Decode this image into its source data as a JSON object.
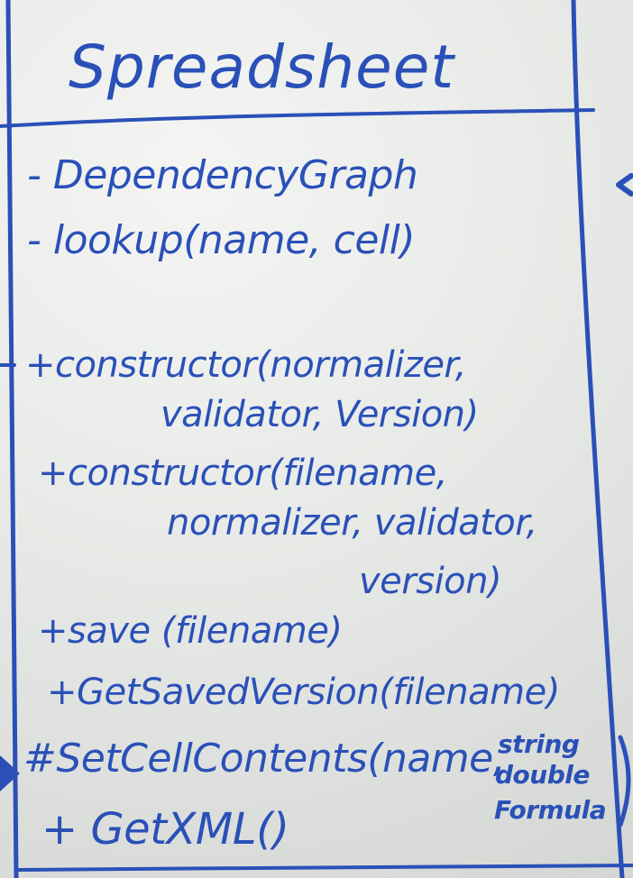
{
  "class_name": "Spreadsheet",
  "members": [
    {
      "text": "- DependencyGraph"
    },
    {
      "text": "- lookup(name, cell)"
    }
  ],
  "methods": [
    {
      "text": "+constructor(normalizer,"
    },
    {
      "text": "validator, Version)"
    },
    {
      "text": "+constructor(filename,"
    },
    {
      "text": "normalizer, validator,"
    },
    {
      "text": "version)"
    },
    {
      "text": "+save (filename)"
    },
    {
      "text": "+GetSavedVersion(filename)"
    },
    {
      "text": "#SetCellContents(name,"
    },
    {
      "text": "+ GetXML()"
    }
  ],
  "type_note": [
    "string",
    "double",
    "Formula"
  ],
  "colors": {
    "ink": "#2a50b8",
    "board": "#e8eae7"
  }
}
